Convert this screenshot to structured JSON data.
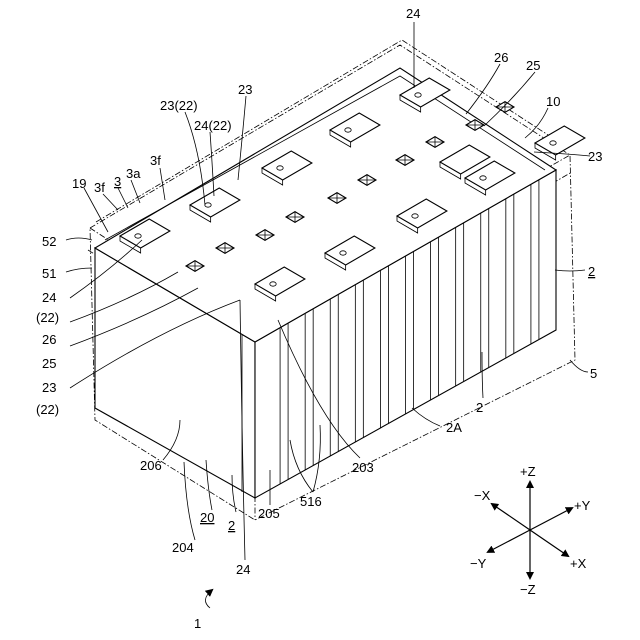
{
  "labels": {
    "l24_top": "24",
    "l26_top": "26",
    "l25_top": "25",
    "l10": "10",
    "l23_right": "23",
    "l23_top": "23",
    "l23_22": "23(22)",
    "l24_22": "24(22)",
    "l3f_a": "3f",
    "l3": "3",
    "l3a": "3a",
    "l3f_b": "3f",
    "l19": "19",
    "l52": "52",
    "l51": "51",
    "l24_left": "24",
    "l22_left": "(22)",
    "l26_left": "26",
    "l25_left": "25",
    "l23_left": "23",
    "l22_left2": "(22)",
    "l2_right": "2",
    "l5": "5",
    "l2_mid": "2",
    "l2A": "2A",
    "l203": "203",
    "l206": "206",
    "l516": "516",
    "l205": "205",
    "l20": "20",
    "l2_bottom": "2",
    "l204": "204",
    "l24_bottom": "24",
    "l1": "1"
  },
  "axes": {
    "pz": "+Z",
    "mz": "−Z",
    "px": "+X",
    "mx": "−X",
    "py": "+Y",
    "my": "−Y"
  }
}
